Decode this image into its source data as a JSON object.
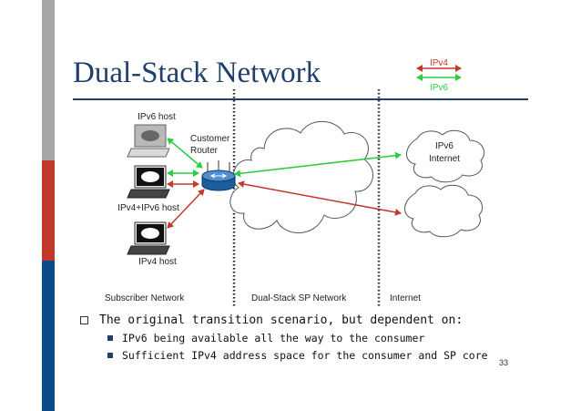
{
  "slide": {
    "title": "Dual-Stack Network",
    "page_number": "33"
  },
  "legend": {
    "ipv4": "IPv4",
    "ipv6": "IPv6"
  },
  "diagram": {
    "hosts": {
      "ipv6": "IPv6 host",
      "dual": "IPv4+IPv6 host",
      "ipv4": "IPv4 host"
    },
    "router": {
      "line1": "Customer",
      "line2": "Router"
    },
    "ipv6_internet": {
      "line1": "IPv6",
      "line2": "Internet"
    },
    "zones": {
      "subscriber": "Subscriber Network",
      "sp": "Dual-Stack SP Network",
      "internet": "Internet"
    }
  },
  "bullets": {
    "main": "The original transition scenario, but dependent on:",
    "subs": [
      "IPv6 being available all the way to the consumer",
      "Sufficient IPv4 address space for the consumer and SP core"
    ]
  },
  "colors": {
    "title": "#1f3f6d",
    "ipv4": "#c0392b",
    "ipv6": "#2ecc40",
    "left_bar_top": "#a6a6a6",
    "left_bar_mid": "#c0392b",
    "left_bar_bottom": "#0c4a8c"
  }
}
